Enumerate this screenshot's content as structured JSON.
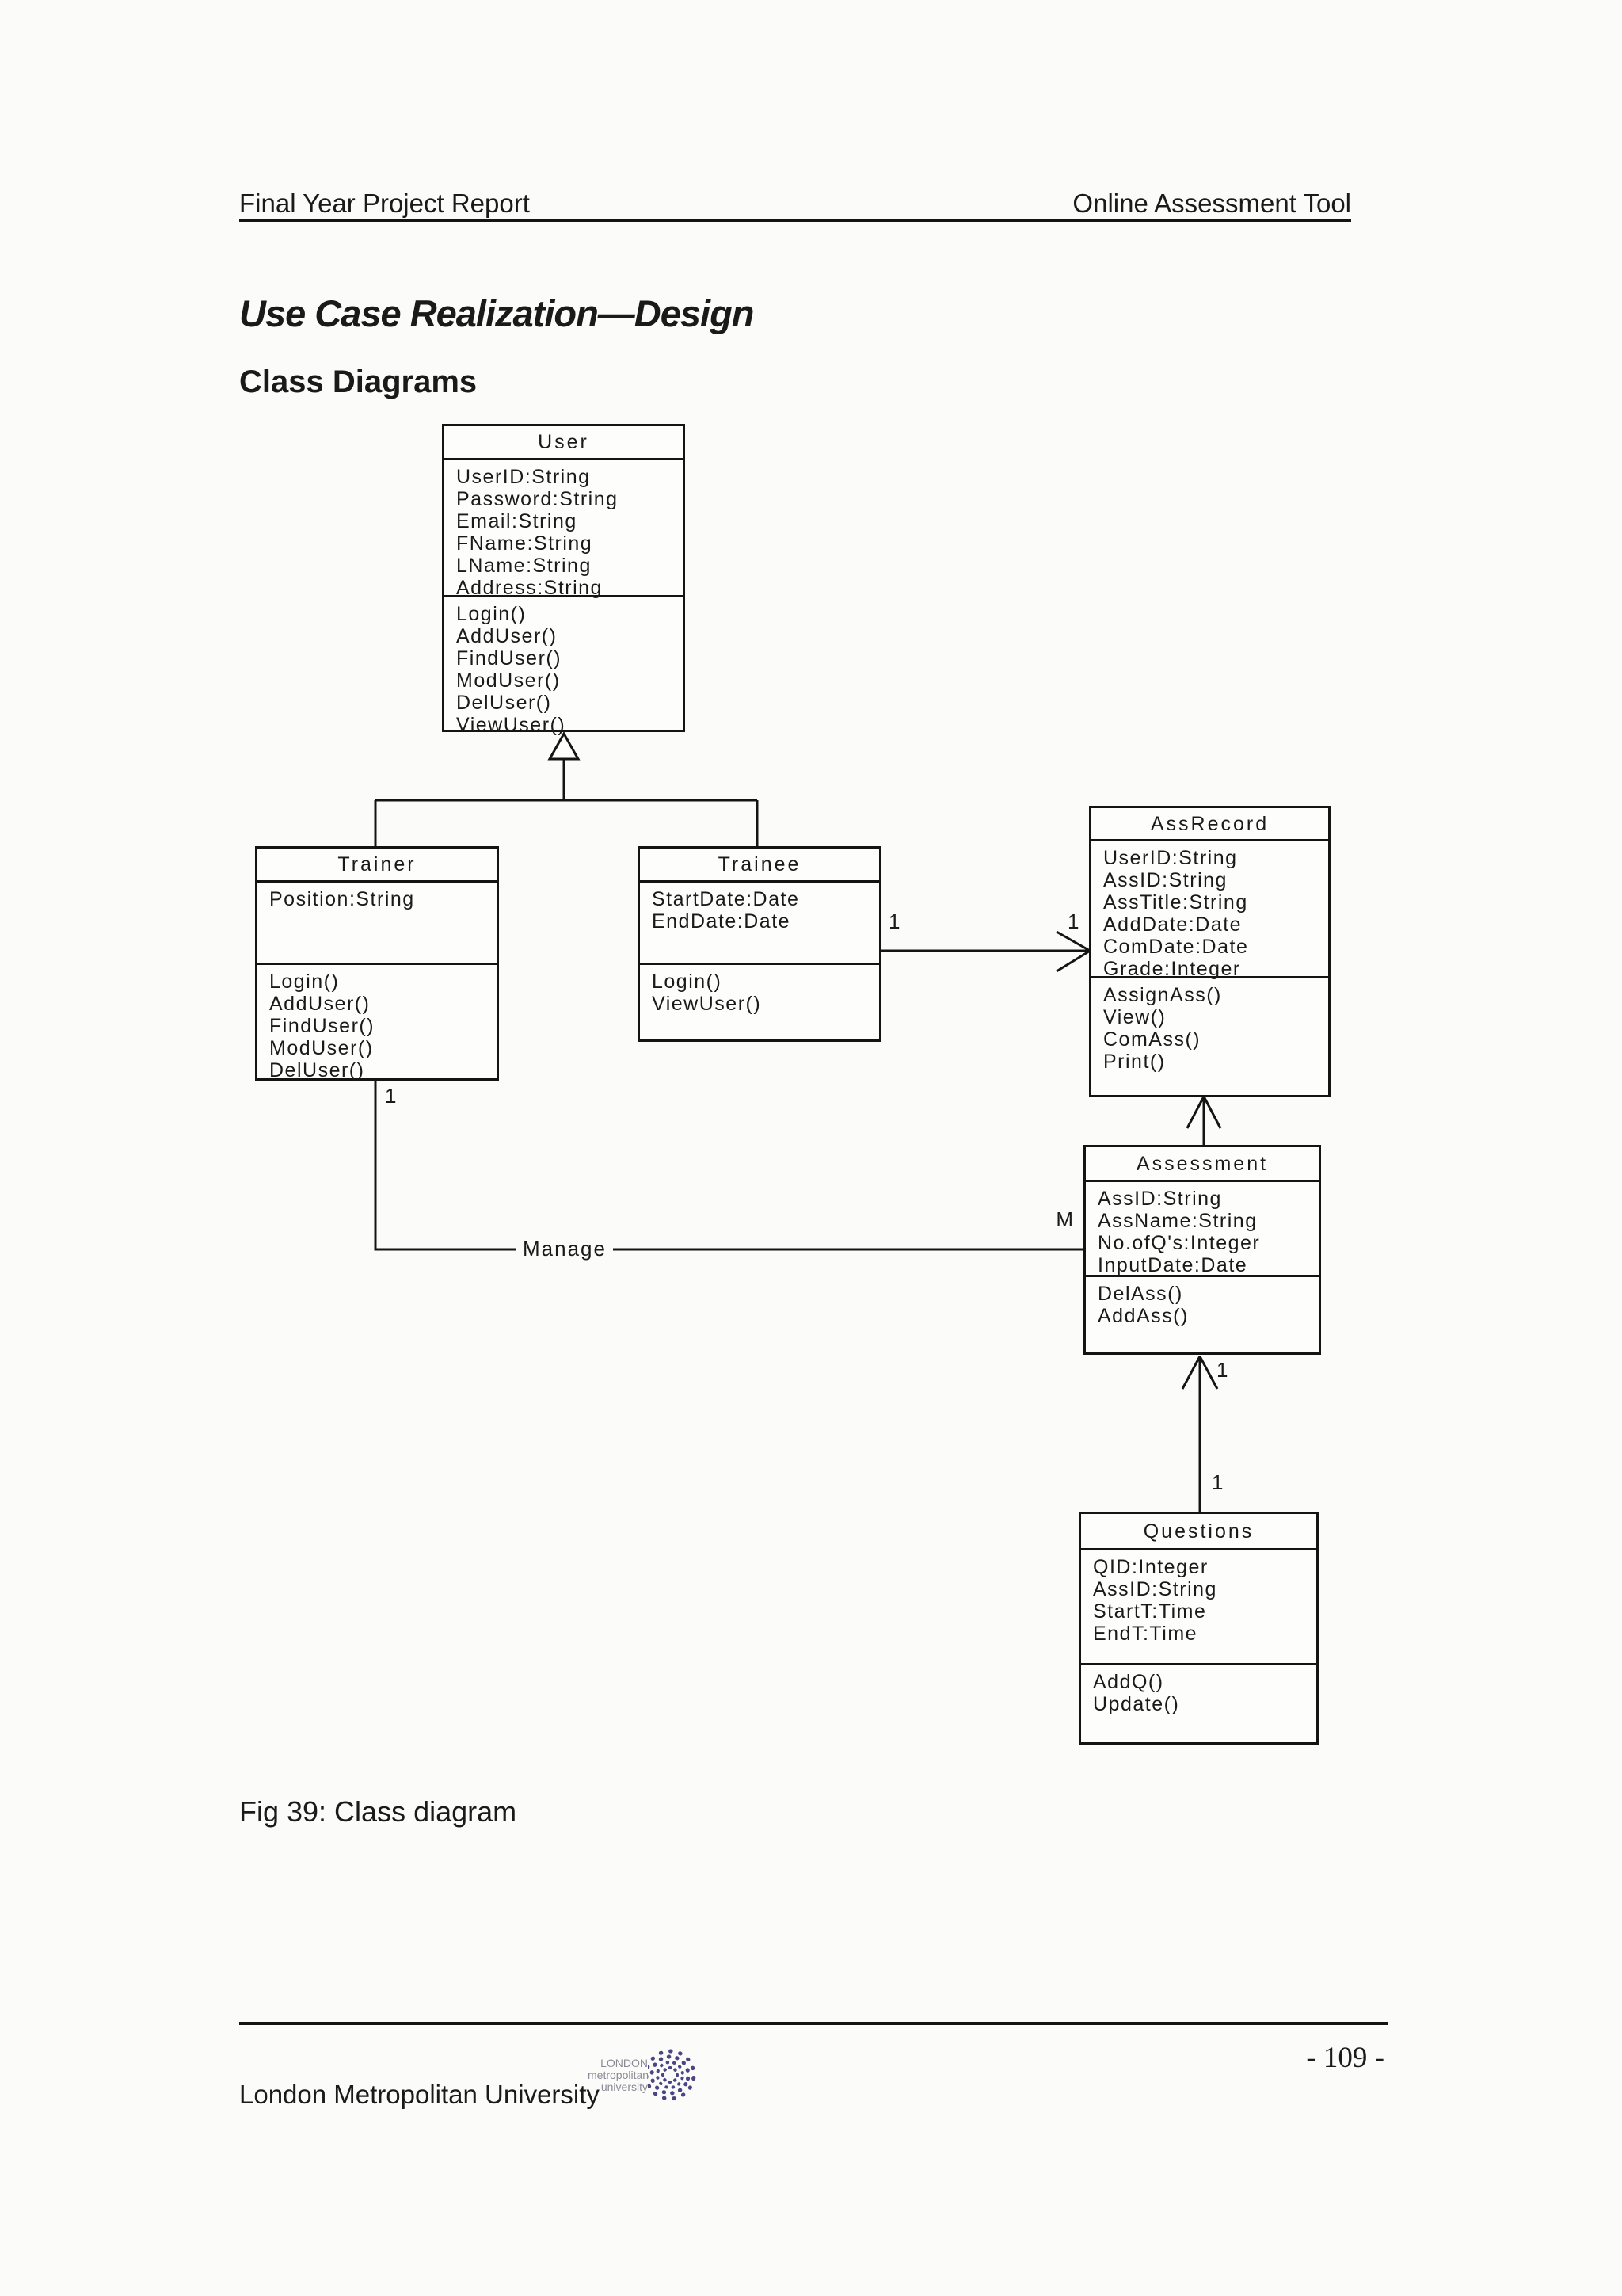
{
  "page": {
    "header": {
      "left": "Final Year Project Report",
      "right": "Online Assessment Tool"
    },
    "title": "Use Case Realization—Design",
    "subtitle": "Class Diagrams",
    "caption": "Fig 39: Class diagram",
    "footer": {
      "institution": "London Metropolitan University",
      "logo_text": [
        "LONDON",
        "metropolitan",
        "university"
      ],
      "page_number": "- 109 -"
    }
  },
  "diagram": {
    "classes": {
      "user": {
        "name": "User",
        "attributes": [
          "UserID:String",
          "Password:String",
          "Email:String",
          "FName:String",
          "LName:String",
          "Address:String"
        ],
        "methods": [
          "Login()",
          "AddUser()",
          "FindUser()",
          "ModUser()",
          "DelUser()",
          "ViewUser()"
        ]
      },
      "trainer": {
        "name": "Trainer",
        "attributes": [
          "Position:String"
        ],
        "methods": [
          "Login()",
          "AddUser()",
          "FindUser()",
          "ModUser()",
          "DelUser()"
        ]
      },
      "trainee": {
        "name": "Trainee",
        "attributes": [
          "StartDate:Date",
          "EndDate:Date"
        ],
        "methods": [
          "Login()",
          "ViewUser()"
        ]
      },
      "assrecord": {
        "name": "AssRecord",
        "attributes": [
          "UserID:String",
          "AssID:String",
          "AssTitle:String",
          "AddDate:Date",
          "ComDate:Date",
          "Grade:Integer"
        ],
        "methods": [
          "AssignAss()",
          "View()",
          "ComAss()",
          "Print()"
        ]
      },
      "assessment": {
        "name": "Assessment",
        "attributes": [
          "AssID:String",
          "AssName:String",
          "No.ofQ's:Integer",
          "InputDate:Date"
        ],
        "methods": [
          "DelAss()",
          "AddAss()"
        ]
      },
      "questions": {
        "name": "Questions",
        "attributes": [
          "QID:Integer",
          "AssID:String",
          "StartT:Time",
          "EndT:Time"
        ],
        "methods": [
          "AddQ()",
          "Update()"
        ]
      }
    },
    "labels": {
      "manage": "Manage",
      "trainer_mult": "1",
      "trainee_mult": "1",
      "assrecord_mult": "1",
      "assessment_m": "M",
      "assessment_arrow_mult": "1",
      "questions_mult": "1"
    },
    "colors": {
      "line": "#141414",
      "logo_purple": "#4c4585",
      "logo_gray": "#8a8a96"
    }
  }
}
